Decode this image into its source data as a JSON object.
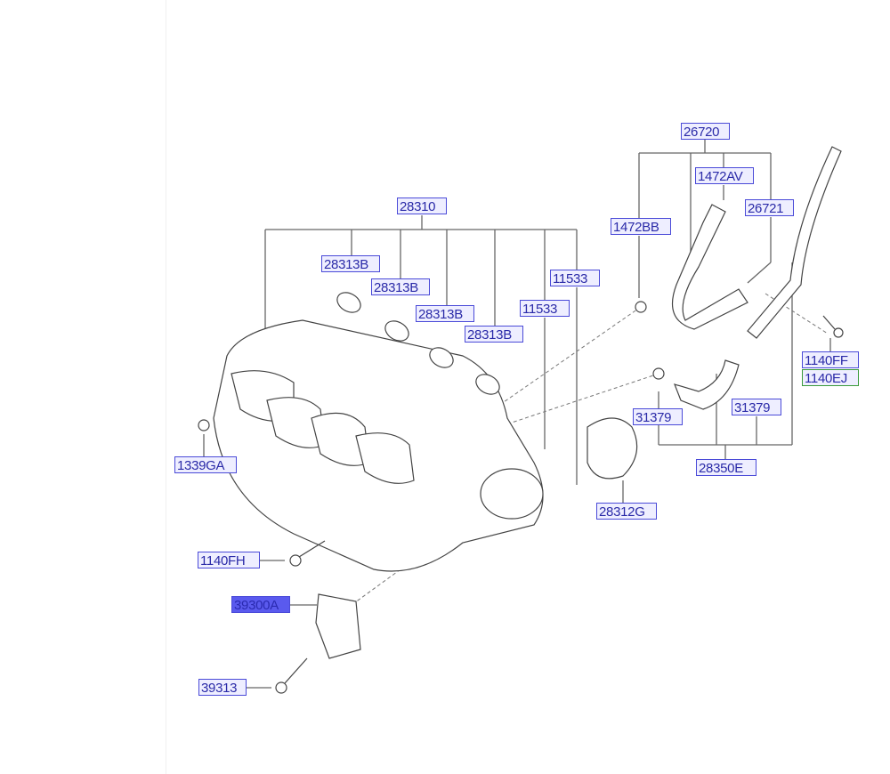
{
  "diagram": {
    "labels": {
      "l26720": "26720",
      "l1472AV": "1472AV",
      "l26721": "26721",
      "l1472BB": "1472BB",
      "l28310": "28310",
      "l28313B_1": "28313B",
      "l28313B_2": "28313B",
      "l28313B_3": "28313B",
      "l28313B_4": "28313B",
      "l11533_1": "11533",
      "l11533_2": "11533",
      "l1140FF": "1140FF",
      "l1140EJ": "1140EJ",
      "l1339GA": "1339GA",
      "l31379_1": "31379",
      "l31379_2": "31379",
      "l28350E": "28350E",
      "l28312G": "28312G",
      "l1140FH": "1140FH",
      "l39300A": "39300A",
      "l39313": "39313"
    },
    "colors": {
      "label_border": "#4a4ad8",
      "label_text": "#2a2aa8",
      "selected_fill": "#5a5aee",
      "line": "#666666"
    }
  }
}
